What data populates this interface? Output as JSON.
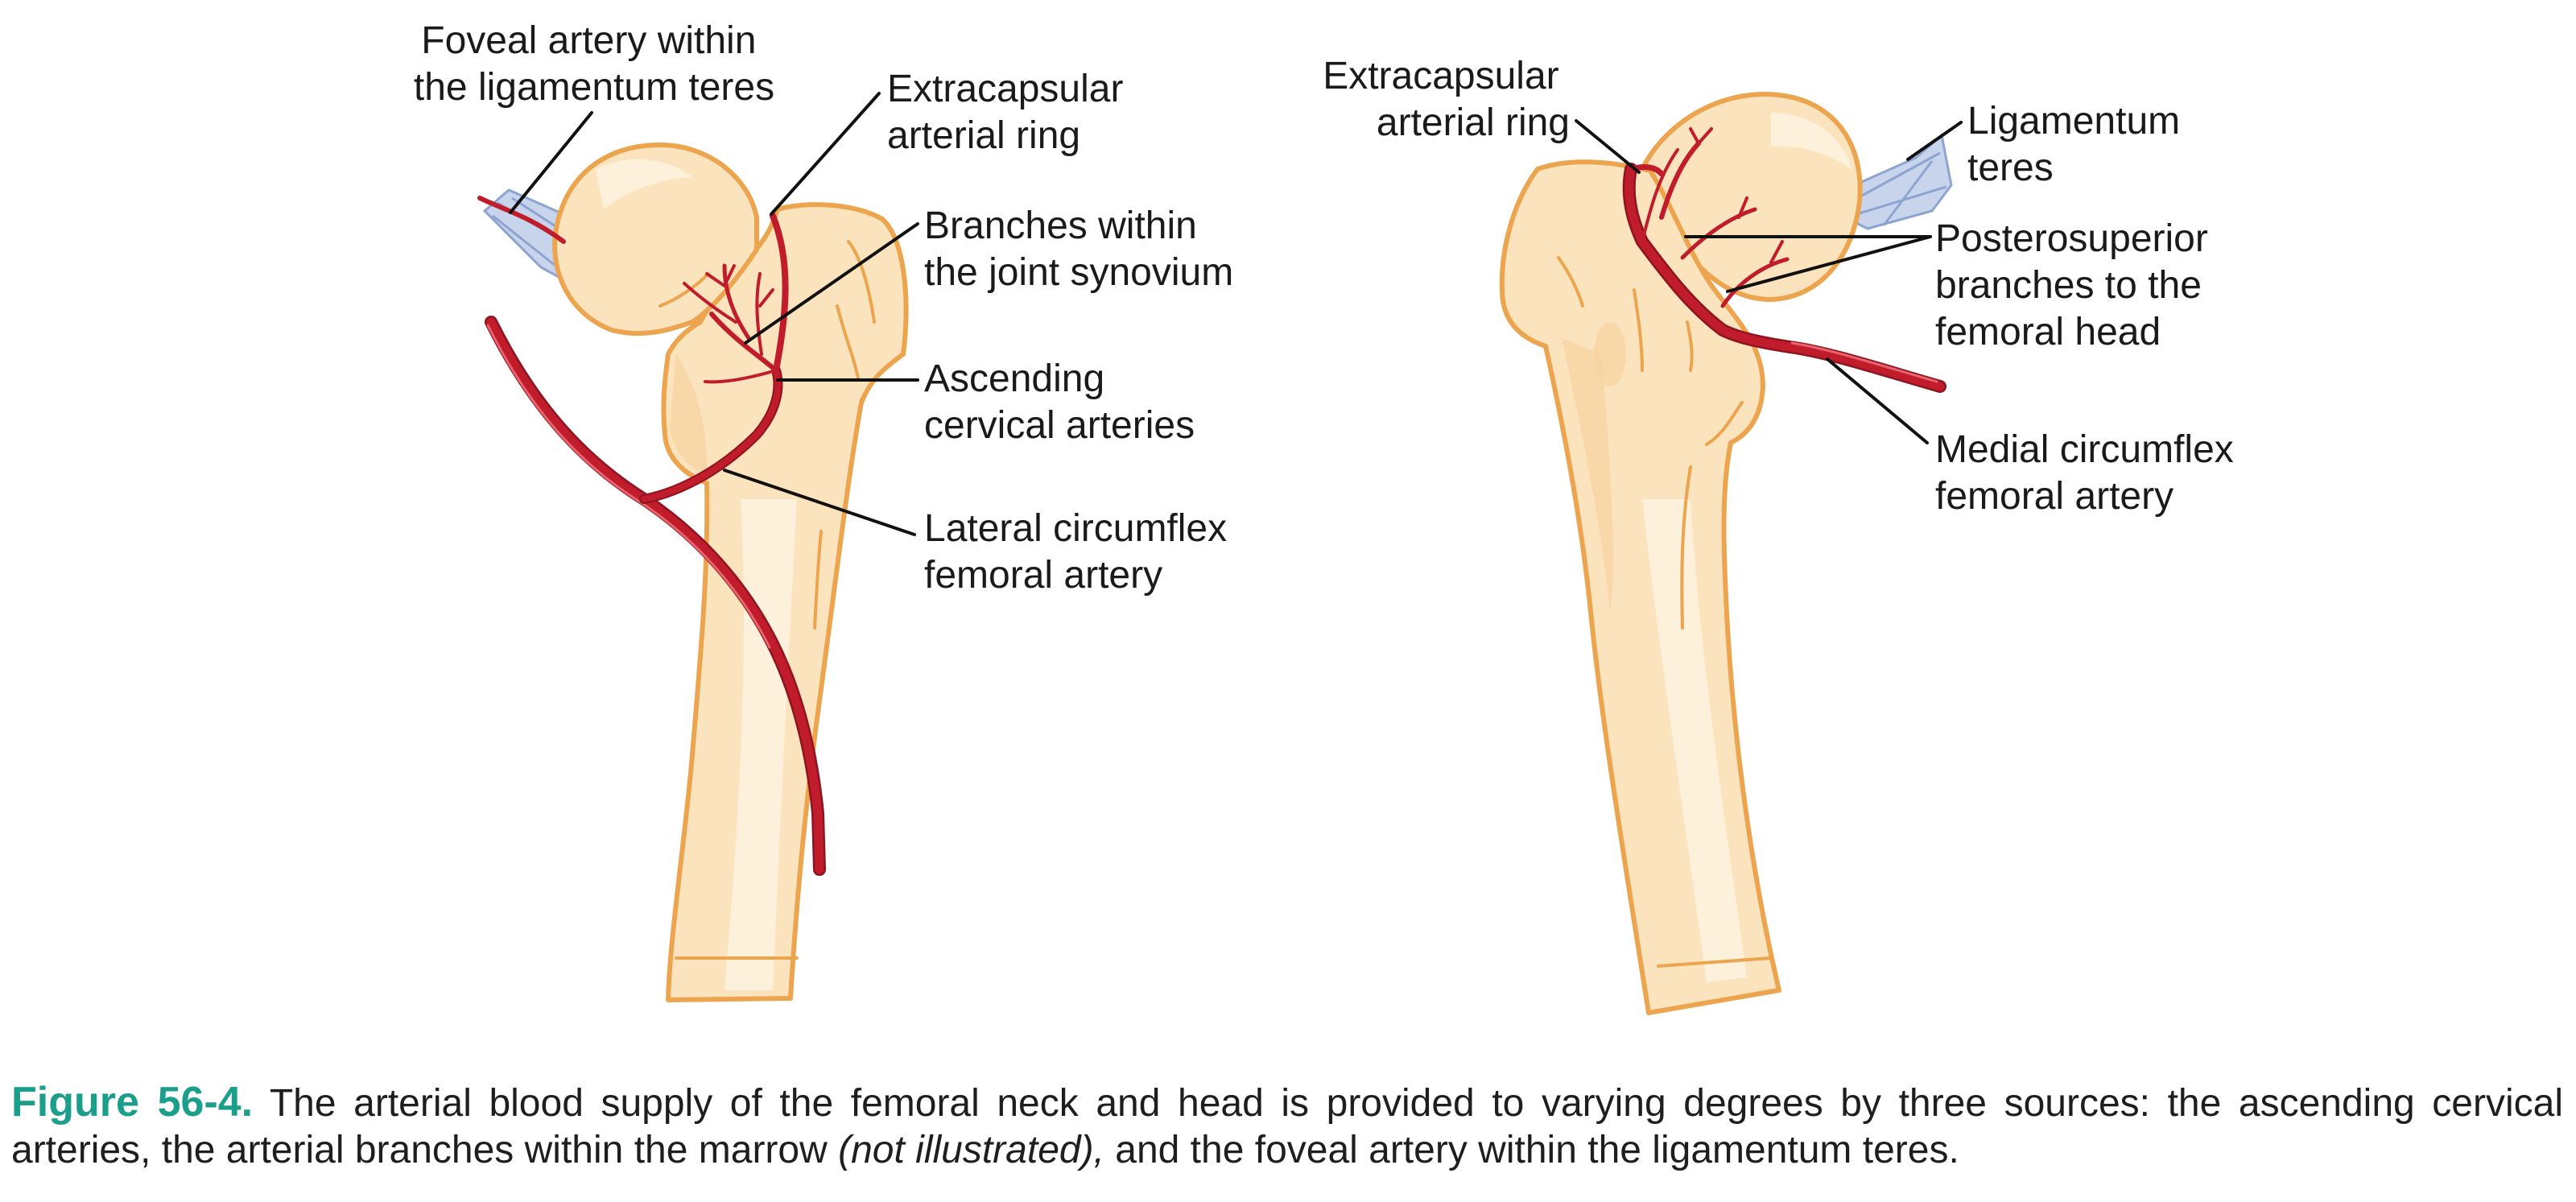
{
  "diagram": {
    "left_panel": {
      "labels": {
        "foveal_artery": [
          "Foveal artery within",
          "the ligamentum teres"
        ],
        "extracapsular_ring": [
          "Extracapsular",
          "arterial ring"
        ],
        "synovium_branches": [
          "Branches within",
          "the joint synovium"
        ],
        "ascending_cervical": [
          "Ascending",
          "cervical arteries"
        ],
        "lateral_circumflex": [
          "Lateral circumflex",
          "femoral artery"
        ]
      }
    },
    "right_panel": {
      "labels": {
        "extracapsular_ring": [
          "Extracapsular",
          "arterial ring"
        ],
        "ligamentum_teres": [
          "Ligamentum",
          "teres"
        ],
        "posterosuperior": [
          "Posterosuperior",
          "branches to the",
          "femoral head"
        ],
        "medial_circumflex": [
          "Medial circumflex",
          "femoral artery"
        ]
      }
    },
    "colors": {
      "bone_fill": "#fbe3bd",
      "bone_outline": "#eca54e",
      "artery": "#c11c2b",
      "ligament": "#c7d4ec",
      "caption_accent": "#1b9e8a"
    }
  },
  "caption": {
    "figure_number": "Figure 56-4.",
    "text_part1": " The arterial blood supply of the femoral neck and head is provided to varying degrees by three sources: the ascending cervical arteries, the arterial branches within the marrow ",
    "text_italic": "(not illustrated),",
    "text_part2": " and the foveal artery within the ligamentum teres."
  }
}
